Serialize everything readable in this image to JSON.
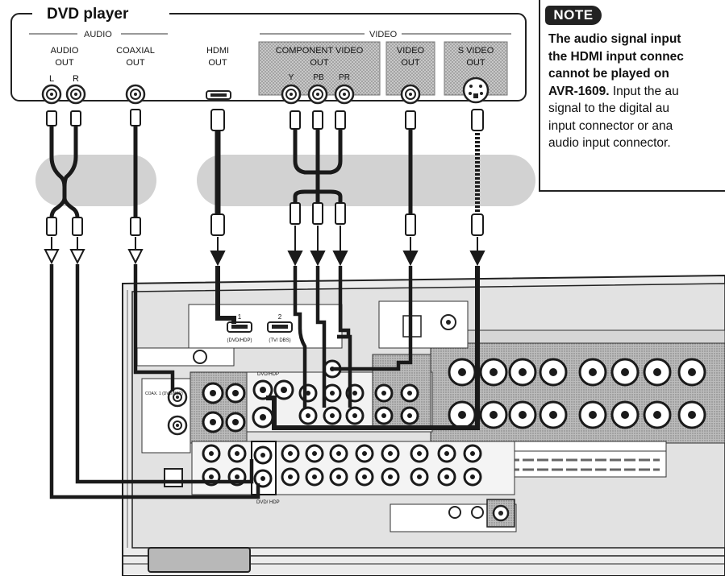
{
  "dvd_player": {
    "title": "DVD player",
    "group_audio": "AUDIO",
    "group_video": "VIDEO",
    "jacks": [
      {
        "id": "audio-out",
        "line1": "AUDIO",
        "line2": "OUT",
        "sub_left": "L",
        "sub_right": "R"
      },
      {
        "id": "coaxial-out",
        "line1": "COAXIAL",
        "line2": "OUT"
      },
      {
        "id": "hdmi-out",
        "line1": "HDMI",
        "line2": "OUT"
      },
      {
        "id": "component-video-out",
        "line1": "COMPONENT VIDEO",
        "line2": "OUT",
        "y": "Y",
        "pb": "PB",
        "pr": "PR"
      },
      {
        "id": "video-out",
        "line1": "VIDEO",
        "line2": "OUT"
      },
      {
        "id": "s-video-out",
        "line1": "S VIDEO",
        "line2": "OUT"
      }
    ]
  },
  "note": {
    "tag": "NOTE",
    "lines": [
      {
        "bold": "The audio signal input",
        "normal": ""
      },
      {
        "bold": "the HDMI input connec",
        "normal": ""
      },
      {
        "bold": "cannot be played on",
        "normal": ""
      },
      {
        "bold": "AVR-1609.",
        "normal": " Input the au"
      },
      {
        "bold": "",
        "normal": "signal to the digital au"
      },
      {
        "bold": "",
        "normal": "input connector or ana"
      },
      {
        "bold": "",
        "normal": "audio input connector."
      }
    ]
  },
  "receiver": {
    "hdmi_1_label": "1",
    "hdmi_2_label": "2",
    "hdmi_1_sub": "(DVD/HDP)",
    "hdmi_2_sub": "(TV/ DBS)",
    "dvd_hdp_label": "DVD/HDP",
    "dvd_label": "DVD/\nHDP",
    "coax_label": "COAX. 1\n(DVD/HDP)"
  },
  "colors": {
    "ink": "#1a1a1a",
    "tint_band": "#d2d2d2",
    "panel": "#dcdcdc",
    "receiver_panel": "#e3e3e3",
    "shaded": "#bdbdbd"
  }
}
